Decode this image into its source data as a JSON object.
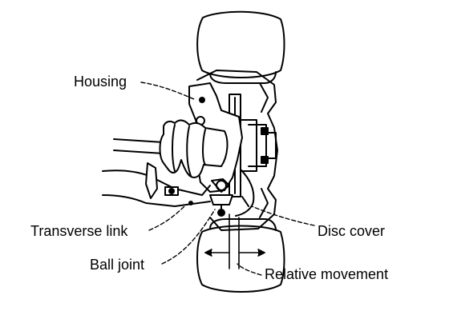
{
  "labels": {
    "housing": "Housing",
    "transverse_link": "Transverse link",
    "ball_joint": "Ball joint",
    "disc_cover": "Disc cover",
    "relative_movement": "Relative movement"
  },
  "colors": {
    "ink": "#000000",
    "paper": "#ffffff"
  }
}
